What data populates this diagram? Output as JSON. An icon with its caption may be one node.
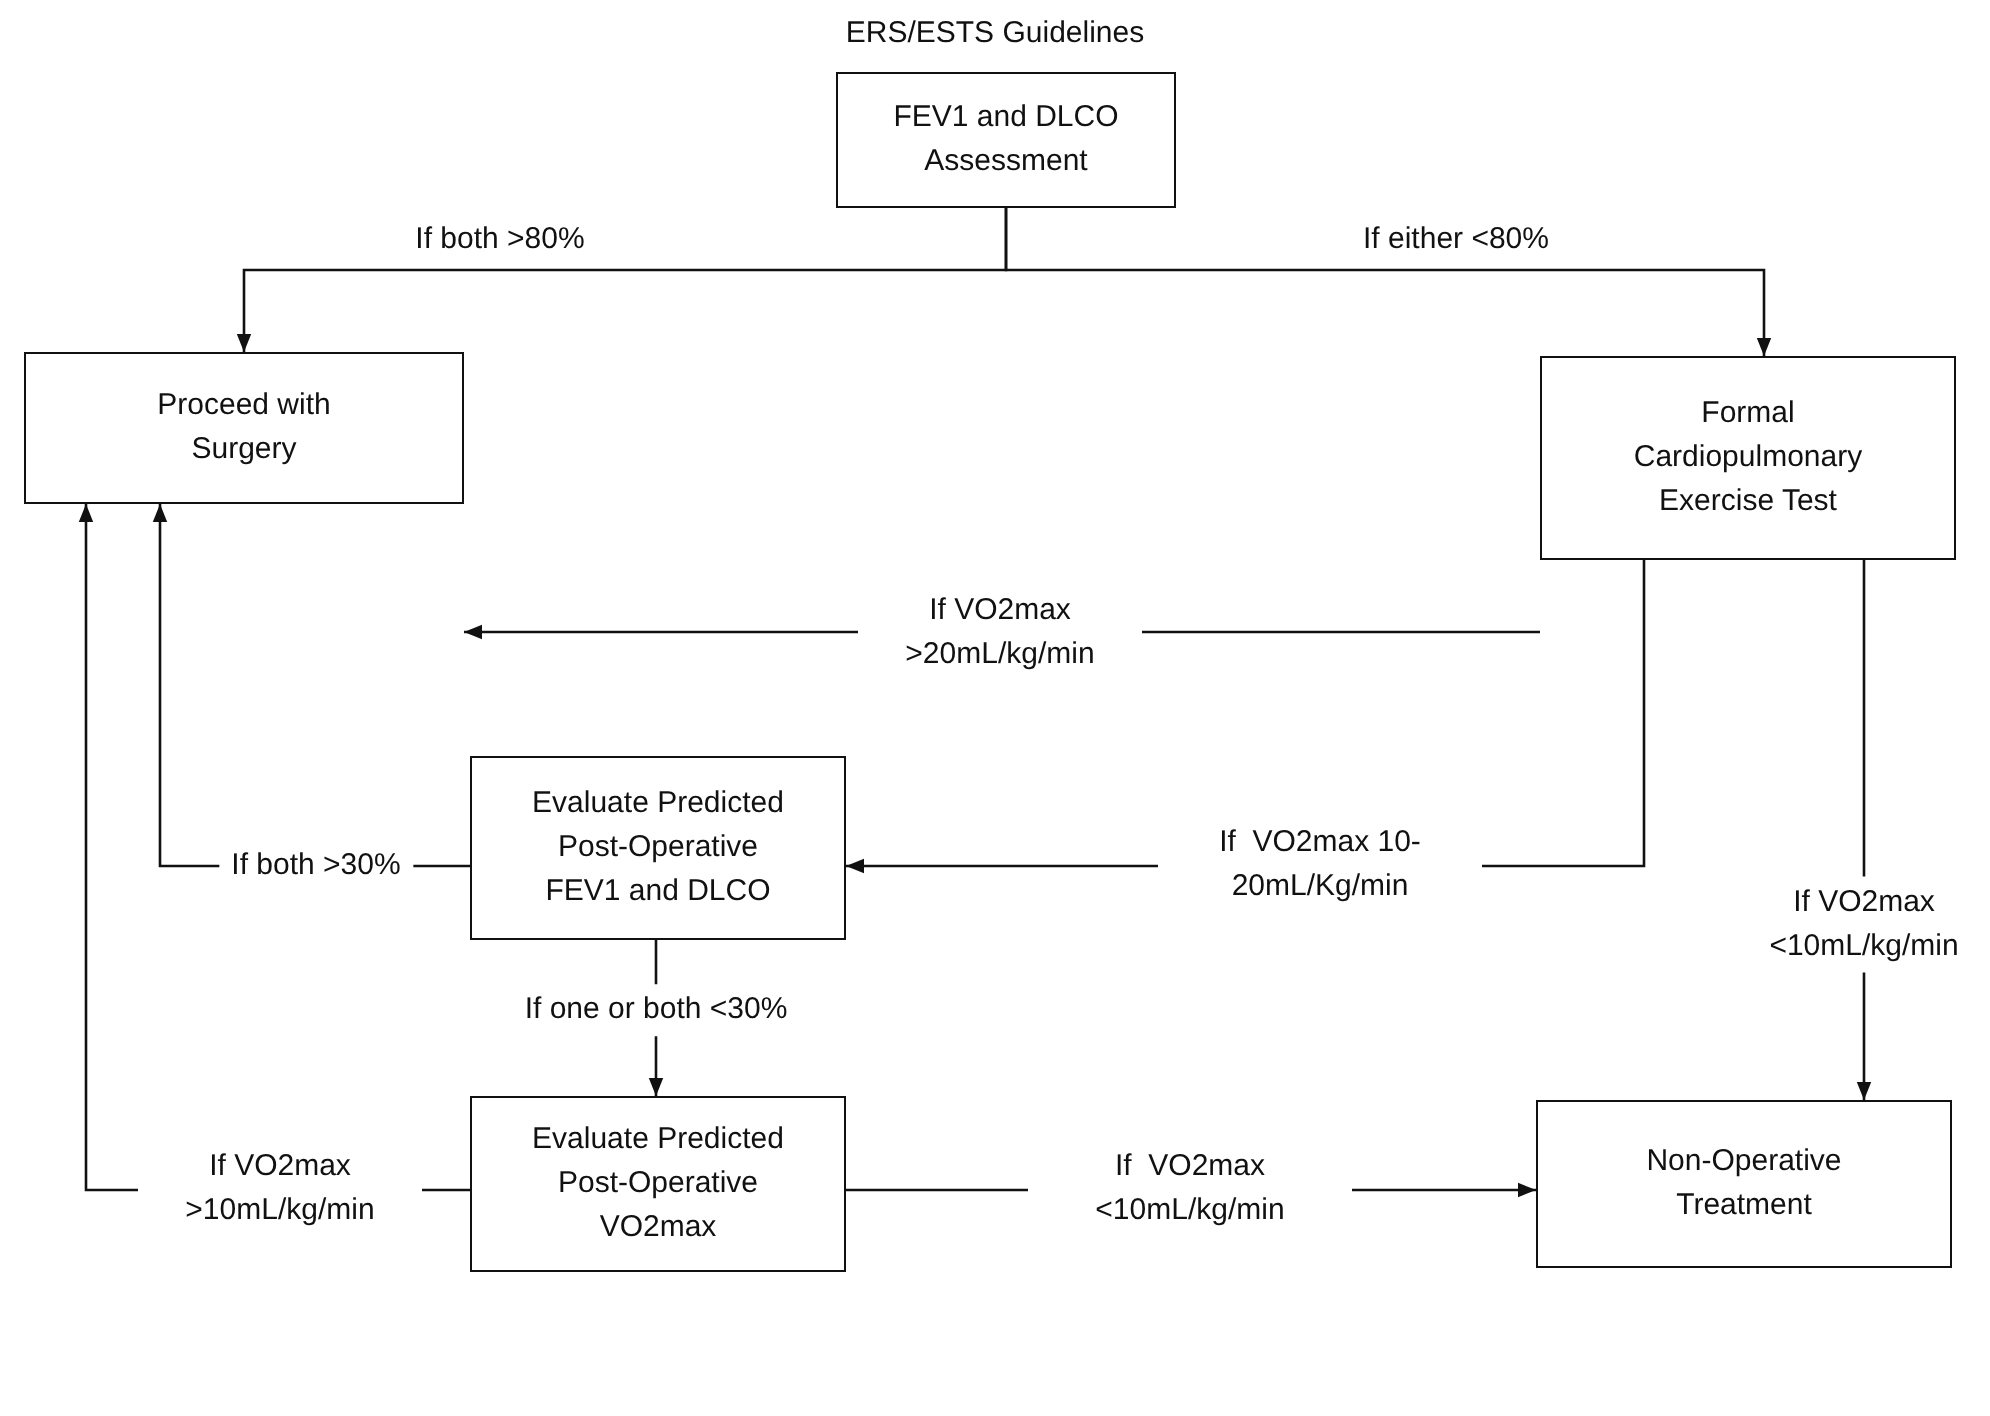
{
  "diagram": {
    "title": "ERS/ESTS Guidelines",
    "nodes": [
      {
        "text": [
          "FEV1 and DLCO Assessment"
        ]
      },
      {
        "text": [
          "Proceed with Surgery"
        ]
      },
      {
        "text": [
          "Formal Cardiopulmonary Exercise Test"
        ]
      },
      {
        "text": [
          "Evaluate Predicted Post-Operative FEV1 and DLCO"
        ]
      },
      {
        "text": [
          "Evaluate Predicted Post-Operative VO2max"
        ]
      },
      {
        "text": [
          "Non-Operative Treatment"
        ]
      }
    ],
    "edges": [
      {
        "from": 0,
        "to": 1,
        "arrow": "to",
        "label": "If both >80%"
      },
      {
        "from": 0,
        "to": 2,
        "arrow": "to",
        "label": "If either <80%"
      },
      {
        "from": 2,
        "to": 1,
        "arrow": "to",
        "label": "If VO2max >20mL/kg/min"
      },
      {
        "from": 2,
        "to": 3,
        "arrow": "to",
        "label": "If  VO2max 10-20mL/Kg/min"
      },
      {
        "from": 3,
        "to": 1,
        "arrow": "to",
        "label": "If both >30%"
      },
      {
        "from": 3,
        "to": 4,
        "arrow": "to",
        "label": "If one or both <30%"
      },
      {
        "from": 4,
        "to": 1,
        "arrow": "to",
        "label": "If VO2max >10mL/kg/min"
      },
      {
        "from": 4,
        "to": 5,
        "arrow": "to",
        "label": "If  VO2max <10mL/kg/min"
      },
      {
        "from": 2,
        "to": 5,
        "arrow": "to",
        "label": "If VO2max <10mL/kg/min"
      }
    ]
  }
}
